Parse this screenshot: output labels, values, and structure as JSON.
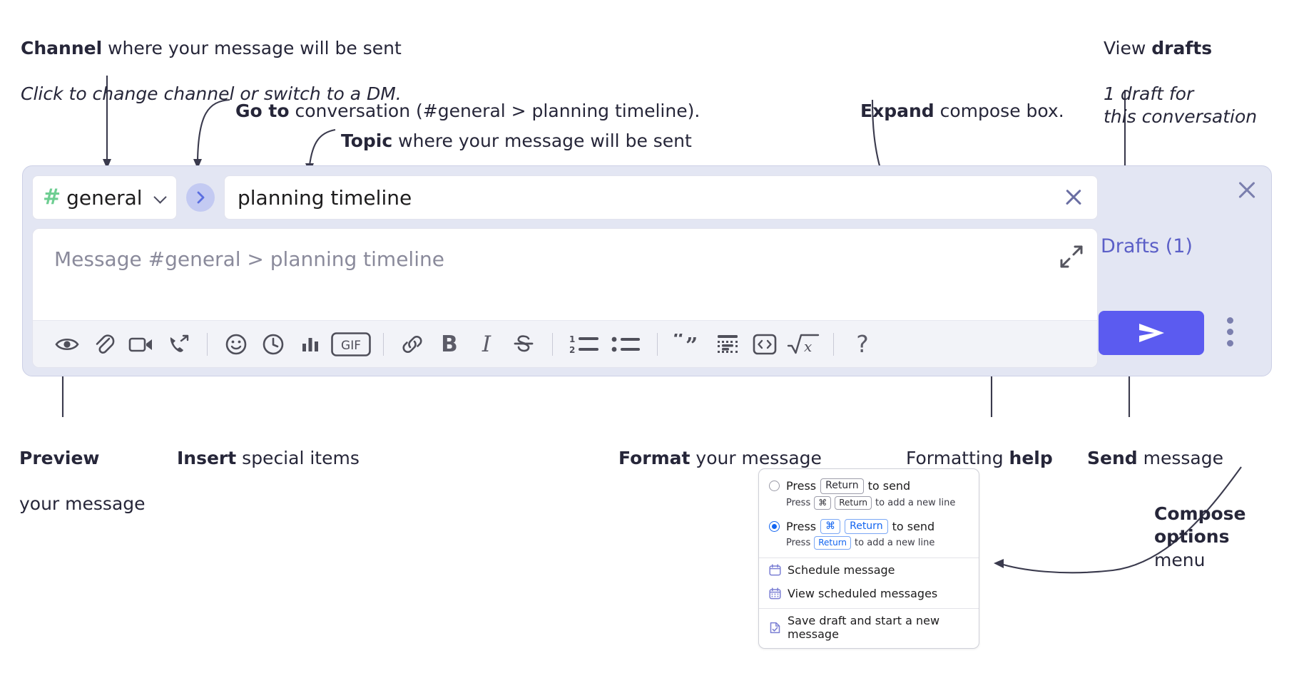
{
  "annotations": {
    "channel": {
      "bold": "Channel",
      "rest": " where your message will be sent",
      "italic": "Click to change channel or switch to a DM."
    },
    "goto": {
      "bold": "Go to",
      "rest": " conversation (#general > planning timeline)."
    },
    "topic": {
      "bold": "Topic",
      "rest": " where your message will be sent"
    },
    "expand": {
      "bold": "Expand",
      "rest": " compose box."
    },
    "drafts": {
      "pre": "View ",
      "bold": "drafts",
      "italic": "1 draft for\nthis conversation"
    },
    "preview": {
      "bold": "Preview",
      "rest": "your message"
    },
    "insert": {
      "bold": "Insert",
      "rest": " special items"
    },
    "format": {
      "bold": "Format",
      "rest": " your message"
    },
    "help": {
      "pre": "Formatting ",
      "bold": "help"
    },
    "send": {
      "bold": "Send",
      "rest": " message"
    },
    "compose_options": {
      "bold": "Compose\noptions",
      "rest": "menu"
    }
  },
  "compose": {
    "channel": {
      "hash": "#",
      "name": "general",
      "chevron": "chevron-down"
    },
    "goto_button": "go-to-conversation",
    "topic": {
      "value": "planning timeline",
      "clear": "clear-topic"
    },
    "message": {
      "placeholder": "Message #general > planning timeline",
      "value": ""
    },
    "expand_label": "expand-compose",
    "close_label": "close-compose",
    "drafts_label": "Drafts (1)",
    "send_label": "send",
    "kebab_label": "compose-options",
    "toolbar": [
      {
        "name": "preview-icon",
        "kind": "icon",
        "id": "eye"
      },
      {
        "name": "attachment-icon",
        "kind": "icon",
        "id": "paperclip"
      },
      {
        "name": "video-icon",
        "kind": "icon",
        "id": "video"
      },
      {
        "name": "huddle-icon",
        "kind": "icon",
        "id": "phone"
      },
      {
        "name": "divider",
        "kind": "sep"
      },
      {
        "name": "emoji-icon",
        "kind": "icon",
        "id": "smiley"
      },
      {
        "name": "reminder-icon",
        "kind": "icon",
        "id": "clock"
      },
      {
        "name": "poll-icon",
        "kind": "icon",
        "id": "bars"
      },
      {
        "name": "gif-icon",
        "kind": "icon",
        "id": "gif",
        "text": "GIF"
      },
      {
        "name": "divider",
        "kind": "sep"
      },
      {
        "name": "link-icon",
        "kind": "icon",
        "id": "link"
      },
      {
        "name": "bold-button",
        "kind": "text",
        "text": "B",
        "style": "bold"
      },
      {
        "name": "italic-button",
        "kind": "text",
        "text": "I",
        "style": "italic"
      },
      {
        "name": "strikethrough-icon",
        "kind": "icon",
        "id": "strike"
      },
      {
        "name": "divider",
        "kind": "sep"
      },
      {
        "name": "ordered-list-icon",
        "kind": "icon",
        "id": "ol"
      },
      {
        "name": "bulleted-list-icon",
        "kind": "icon",
        "id": "ul"
      },
      {
        "name": "divider",
        "kind": "sep"
      },
      {
        "name": "blockquote-icon",
        "kind": "icon",
        "id": "quote"
      },
      {
        "name": "code-block-icon",
        "kind": "icon",
        "id": "codeblock"
      },
      {
        "name": "code-icon",
        "kind": "icon",
        "id": "code"
      },
      {
        "name": "math-icon",
        "kind": "icon",
        "id": "sqrtx"
      },
      {
        "name": "divider",
        "kind": "sep"
      },
      {
        "name": "help-button",
        "kind": "text",
        "text": "?",
        "style": "q"
      }
    ]
  },
  "menu": {
    "options": [
      {
        "selected": false,
        "main_pre": "Press",
        "main_key": "Return",
        "main_post": "to send",
        "sub_pre": "Press",
        "sub_key1": "⌘",
        "sub_key2": "Return",
        "sub_post": "to add a new line",
        "accent": false
      },
      {
        "selected": true,
        "main_pre": "Press",
        "main_key1": "⌘",
        "main_key2": "Return",
        "main_post": "to send",
        "sub_pre": "Press",
        "sub_key": "Return",
        "sub_post": "to add a new line",
        "accent": true
      }
    ],
    "items": [
      {
        "icon": "calendar-icon",
        "label": "Schedule message"
      },
      {
        "icon": "calendar-grid-icon",
        "label": "View scheduled messages"
      },
      {
        "icon": "save-draft-icon",
        "label": "Save draft and start a new message"
      }
    ]
  },
  "colors": {
    "accent": "#5b5bf0",
    "drafts_link": "#5b5fc7",
    "compose_bg": "#e3e6f3",
    "hash_green": "#6ece92",
    "radio_blue": "#1264f0"
  }
}
